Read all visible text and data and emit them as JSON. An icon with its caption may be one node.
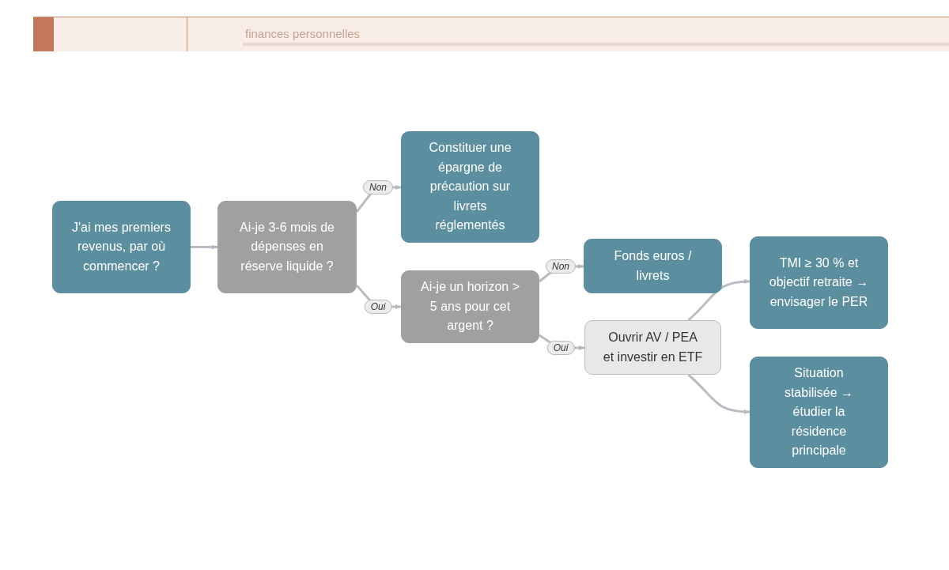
{
  "diagram": {
    "nodes": [
      {
        "text": [
          "J'ai mes premiers revenus, par où commencer ?"
        ]
      },
      {
        "text": [
          "Ai-je 3-6 mois de dépenses en réserve liquide ?"
        ]
      },
      {
        "text": [
          "Constituer une épargne de précaution sur livrets réglementés"
        ]
      },
      {
        "text": [
          "Ai-je un horizon > 5 ans pour cet argent ?"
        ]
      },
      {
        "text": [
          "Fonds euros / livrets"
        ]
      },
      {
        "text": [
          "Ouvrir AV / PEA et investir en ETF"
        ]
      },
      {
        "text": [
          "TMI ≥ 30 % et objectif retraite → envisager le PER"
        ]
      },
      {
        "text": [
          "Situation stabilisée → étudier la résidence principale"
        ]
      }
    ],
    "edges": [
      {
        "from": 0,
        "to": 1,
        "arrow": "to"
      },
      {
        "from": 1,
        "to": 2,
        "arrow": "to",
        "label": "Non"
      },
      {
        "from": 1,
        "to": 3,
        "arrow": "to",
        "label": "Oui"
      },
      {
        "from": 3,
        "to": 4,
        "arrow": "to",
        "label": "Non"
      },
      {
        "from": 3,
        "to": 5,
        "arrow": "to",
        "label": "Oui"
      },
      {
        "from": 5,
        "to": 6,
        "arrow": "to"
      },
      {
        "from": 5,
        "to": 7,
        "arrow": "to"
      }
    ],
    "labels": [
      "finances personnelles"
    ]
  }
}
